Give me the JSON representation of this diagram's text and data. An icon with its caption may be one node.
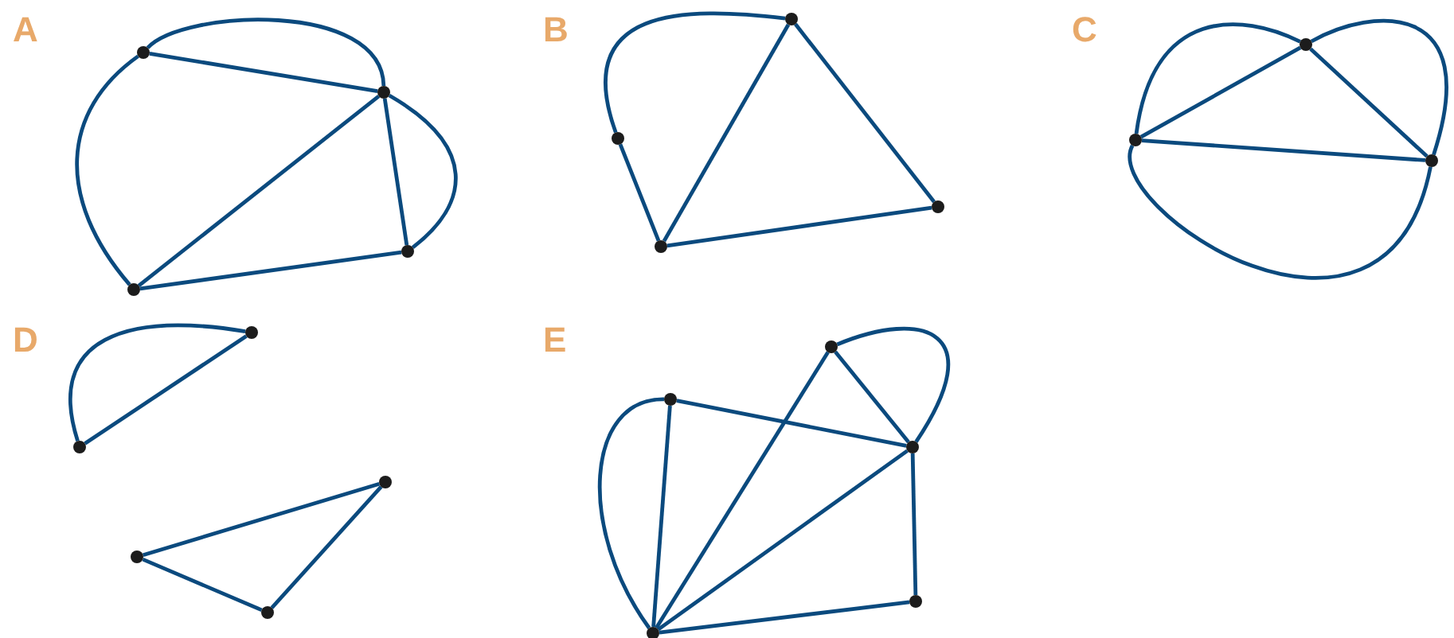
{
  "diagram": {
    "nodes": [
      {
        "text": [],
        "shape": "circle"
      },
      {
        "text": [],
        "shape": "circle"
      },
      {
        "text": [],
        "shape": "circle"
      },
      {
        "text": [],
        "shape": "circle"
      },
      {
        "text": [],
        "shape": "circle"
      },
      {
        "text": [],
        "shape": "circle"
      },
      {
        "text": [],
        "shape": "circle"
      },
      {
        "text": [],
        "shape": "circle"
      },
      {
        "text": [],
        "shape": "circle"
      },
      {
        "text": [],
        "shape": "circle"
      },
      {
        "text": [],
        "shape": "circle"
      },
      {
        "text": [],
        "shape": "circle"
      },
      {
        "text": [],
        "shape": "circle"
      },
      {
        "text": [],
        "shape": "circle"
      },
      {
        "text": [],
        "shape": "circle"
      },
      {
        "text": [],
        "shape": "circle"
      },
      {
        "text": [],
        "shape": "circle"
      },
      {
        "text": [],
        "shape": "circle"
      },
      {
        "text": [],
        "shape": "circle"
      },
      {
        "text": [],
        "shape": "circle"
      },
      {
        "text": [],
        "shape": "circle"
      }
    ],
    "edges": [
      {
        "from": 0,
        "to": 1,
        "arrow": "none"
      },
      {
        "from": 0,
        "to": 1,
        "arrow": "none"
      },
      {
        "from": 0,
        "to": 2,
        "arrow": "none"
      },
      {
        "from": 1,
        "to": 2,
        "arrow": "none"
      },
      {
        "from": 1,
        "to": 3,
        "arrow": "none"
      },
      {
        "from": 1,
        "to": 3,
        "arrow": "none"
      },
      {
        "from": 2,
        "to": 3,
        "arrow": "none"
      },
      {
        "from": 4,
        "to": 5,
        "arrow": "none"
      },
      {
        "from": 5,
        "to": 6,
        "arrow": "none"
      },
      {
        "from": 4,
        "to": 6,
        "arrow": "none"
      },
      {
        "from": 4,
        "to": 7,
        "arrow": "none"
      },
      {
        "from": 6,
        "to": 7,
        "arrow": "none"
      },
      {
        "from": 8,
        "to": 9,
        "arrow": "none"
      },
      {
        "from": 8,
        "to": 9,
        "arrow": "none"
      },
      {
        "from": 8,
        "to": 10,
        "arrow": "none"
      },
      {
        "from": 8,
        "to": 10,
        "arrow": "none"
      },
      {
        "from": 9,
        "to": 10,
        "arrow": "none"
      },
      {
        "from": 9,
        "to": 10,
        "arrow": "none"
      },
      {
        "from": 11,
        "to": 12,
        "arrow": "none"
      },
      {
        "from": 11,
        "to": 12,
        "arrow": "none"
      },
      {
        "from": 14,
        "to": 13,
        "arrow": "none"
      },
      {
        "from": 13,
        "to": 15,
        "arrow": "none"
      },
      {
        "from": 14,
        "to": 15,
        "arrow": "none"
      },
      {
        "from": 16,
        "to": 18,
        "arrow": "none"
      },
      {
        "from": 16,
        "to": 18,
        "arrow": "none"
      },
      {
        "from": 17,
        "to": 18,
        "arrow": "none"
      },
      {
        "from": 17,
        "to": 20,
        "arrow": "none"
      },
      {
        "from": 17,
        "to": 20,
        "arrow": "none"
      },
      {
        "from": 16,
        "to": 20,
        "arrow": "none"
      },
      {
        "from": 18,
        "to": 20,
        "arrow": "none"
      },
      {
        "from": 18,
        "to": 19,
        "arrow": "none"
      },
      {
        "from": 19,
        "to": 20,
        "arrow": "none"
      }
    ],
    "labels": [
      "A",
      "B",
      "C",
      "D",
      "E"
    ]
  }
}
